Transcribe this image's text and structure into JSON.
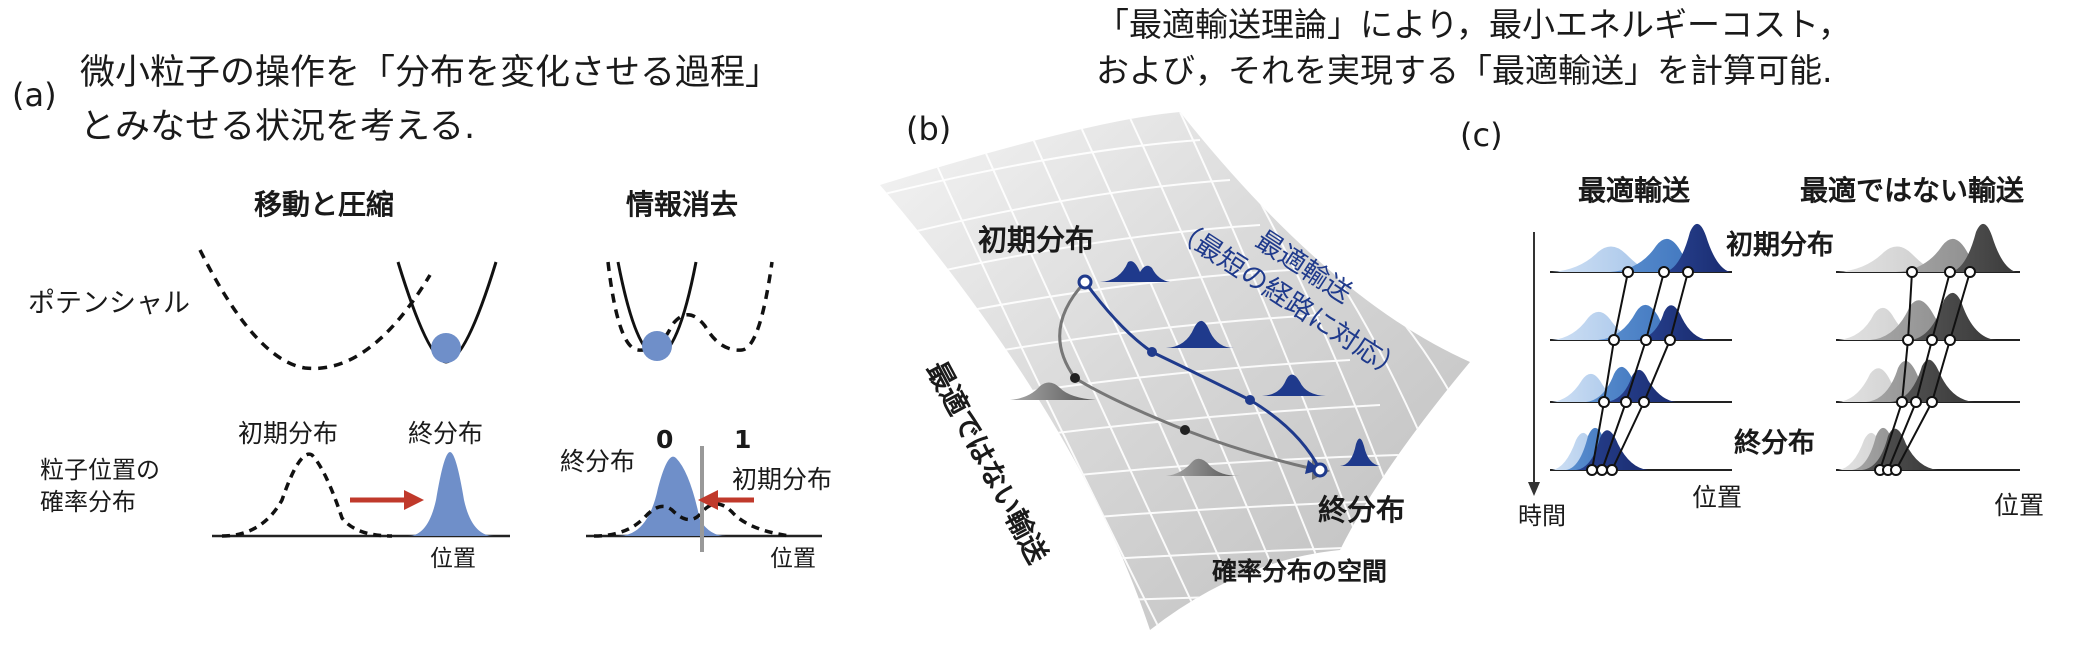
{
  "panel_a": {
    "letter": "(a)",
    "intro_line1": "微小粒子の操作を「分布を変化させる過程」",
    "intro_line2": "とみなせる状況を考える.",
    "col1_title": "移動と圧縮",
    "col2_title": "情報消去",
    "row_potential": "ポテンシャル",
    "row_prob_line1": "粒子位置の",
    "row_prob_line2": "確率分布",
    "initial_label": "初期分布",
    "final_label": "終分布",
    "position_label": "位置",
    "bit0": "0",
    "bit1": "1"
  },
  "panel_b": {
    "letter": "(b)",
    "header_line1": "「最適輸送理論」により，最小エネルギーコスト，",
    "header_line2": "および，それを実現する「最適輸送」を計算可能.",
    "initial_label": "初期分布",
    "final_label": "終分布",
    "optimal_line1": "最適輸送",
    "optimal_line2": "（最短の経路に対応）",
    "nonoptimal_label": "最適ではない輸送",
    "space_label": "確率分布の空間"
  },
  "panel_c": {
    "letter": "(c)",
    "optimal_title": "最適輸送",
    "nonoptimal_title": "最適ではない輸送",
    "initial_label": "初期分布",
    "final_label": "終分布",
    "time_label": "時間",
    "position_label": "位置"
  },
  "colors": {
    "accent_blue": "#1f3a8c",
    "light_blue": "#6f8fc9",
    "red_arrow": "#c0392b",
    "gray_path": "#777777"
  }
}
